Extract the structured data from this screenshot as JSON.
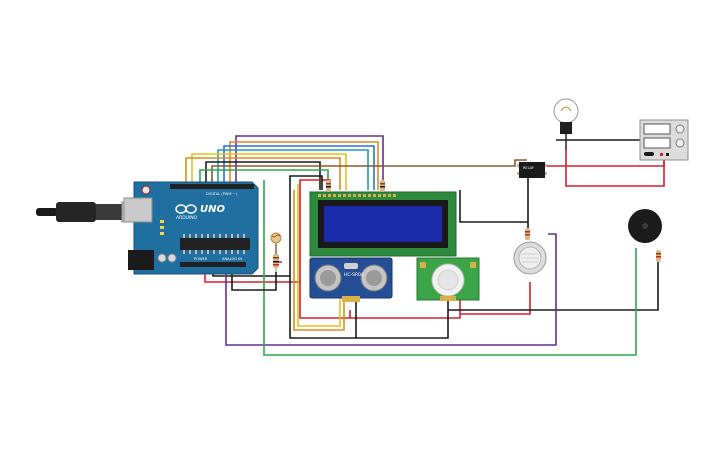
{
  "colors": {
    "arduino": "#1f6fa0",
    "arduino_dark": "#174f76",
    "lcd_board": "#2e8b3e",
    "lcd_screen": "#1b2aa8",
    "ultrasonic_board": "#244f96",
    "pir_board": "#3aa446",
    "wire_red": "#d4202a",
    "wire_black": "#1a1a1a",
    "wire_green": "#2fa84a",
    "wire_purple": "#6a2c8c",
    "wire_orange": "#e08a1e",
    "wire_yellow": "#e2c21c",
    "wire_blue": "#2a6fd6",
    "wire_teal": "#1aa3a3",
    "wire_brown": "#8b5a2b"
  },
  "arduino": {
    "logo": "UNO",
    "brand": "ARDUINO",
    "digital_label": "DIGITAL (PWM ~)",
    "power_label": "POWER",
    "analog_label": "ANALOG IN"
  },
  "ultrasonic": {
    "model": "HC-SR04"
  },
  "relay": {
    "label": "RELAY"
  },
  "components": [
    "arduino-uno",
    "usb-cable",
    "lcd-16x2",
    "ultrasonic-sensor",
    "pir-sensor",
    "gas-sensor",
    "photoresistor",
    "relay",
    "light-bulb",
    "power-supply",
    "piezo-buzzer"
  ]
}
